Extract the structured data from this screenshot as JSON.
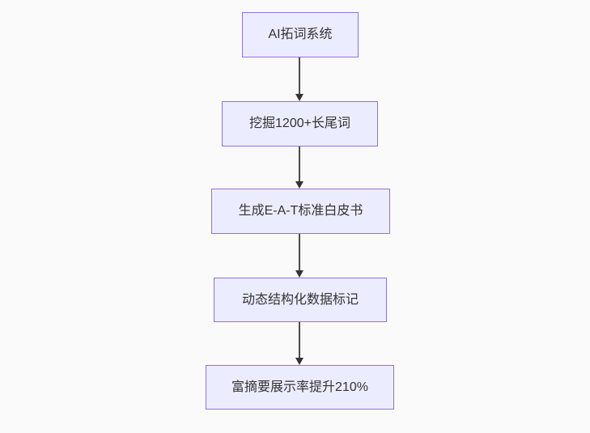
{
  "diagram": {
    "type": "flowchart-top-down",
    "nodes": [
      {
        "id": "step-1",
        "label": "AI拓词系统"
      },
      {
        "id": "step-2",
        "label": "挖掘1200+长尾词"
      },
      {
        "id": "step-3",
        "label": "生成E-A-T标准白皮书"
      },
      {
        "id": "step-4",
        "label": "动态结构化数据标记"
      },
      {
        "id": "step-5",
        "label": "富摘要展示率提升210%"
      }
    ],
    "edges": [
      {
        "from": "step-1",
        "to": "step-2",
        "style": "arrow"
      },
      {
        "from": "step-2",
        "to": "step-3",
        "style": "arrow"
      },
      {
        "from": "step-3",
        "to": "step-4",
        "style": "arrow"
      },
      {
        "from": "step-4",
        "to": "step-5",
        "style": "arrow"
      }
    ],
    "colors": {
      "background": "#fafafa",
      "node_fill": "#ececff",
      "node_border": "#9370db",
      "node_text": "#333333",
      "edge": "#333333"
    }
  }
}
